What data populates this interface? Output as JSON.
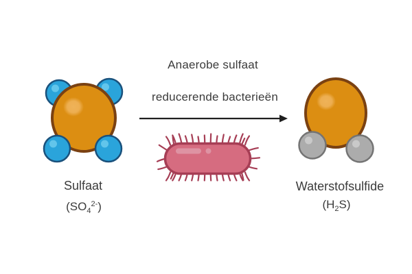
{
  "reaction_label": {
    "line1": "Anaerobe sulfaat",
    "line2": "reducerende bacterieën"
  },
  "reactant": {
    "name": "Sulfaat",
    "formula_pre": "(SO",
    "formula_sub": "4",
    "formula_sup": "2-",
    "formula_post": ")"
  },
  "product": {
    "name": "Waterstofsulfide",
    "formula_pre": "(H",
    "formula_sub": "2",
    "formula_post": "S)"
  },
  "icons": {
    "sulfate_molecule": "orange sulfur sphere with four blue oxygen spheres",
    "bacterium": "pink rod-shaped bacterium with pili",
    "hydrogen_sulfide_molecule": "orange sulfur sphere with two gray hydrogen spheres",
    "arrow": "right-pointing reaction arrow"
  },
  "colors": {
    "background": "#ffffff",
    "text": "#3b3b3b",
    "arrow": "#1f1f1f",
    "sulfur-orange": "#DC8E12",
    "sulfur-orange-outline": "#7A4112",
    "sulfur-orange-highlight": "#F0B45C",
    "oxygen-blue": "#2AA4DB",
    "oxygen-blue-outline": "#1A517C",
    "oxygen-blue-highlight": "#62C5EB",
    "hydrogen-gray": "#ACACAC",
    "hydrogen-gray-outline": "#747474",
    "hydrogen-gray-highlight": "#C9C9C9",
    "bacterium-fill": "#D66C80",
    "bacterium-outline": "#A63E55",
    "bacterium-highlight": "#DE93A3"
  }
}
